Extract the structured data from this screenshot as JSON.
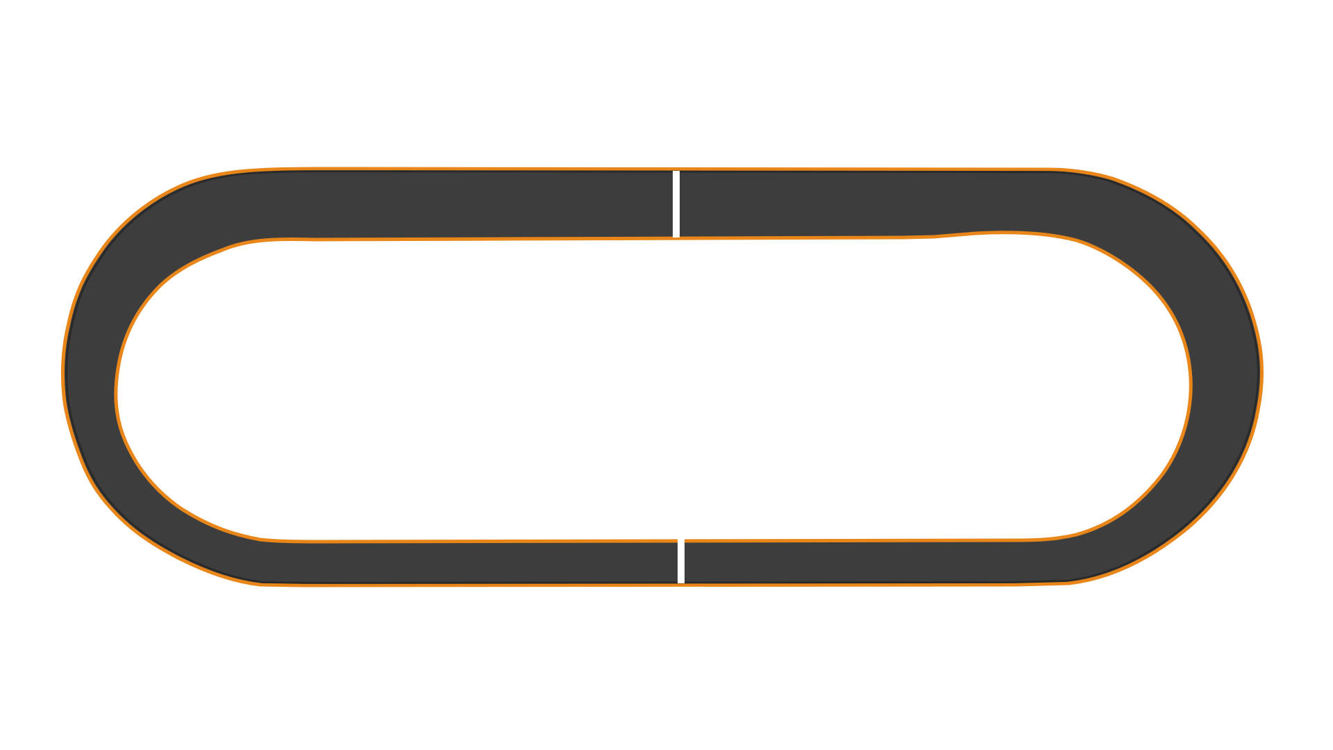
{
  "scene": {
    "kind": "race-track",
    "shape": "stadium-oval",
    "background_color": "#ffffff"
  },
  "track": {
    "asphalt_color": "#3d3d3d",
    "outer_border_color": "#e8861a",
    "inner_edge_color": "#2a2a2a"
  },
  "markers": [
    {
      "name": "start-finish-line",
      "position": "top-straight",
      "color": "#ffffff"
    },
    {
      "name": "checkpoint-line",
      "position": "bottom-straight",
      "color": "#ffffff"
    }
  ]
}
